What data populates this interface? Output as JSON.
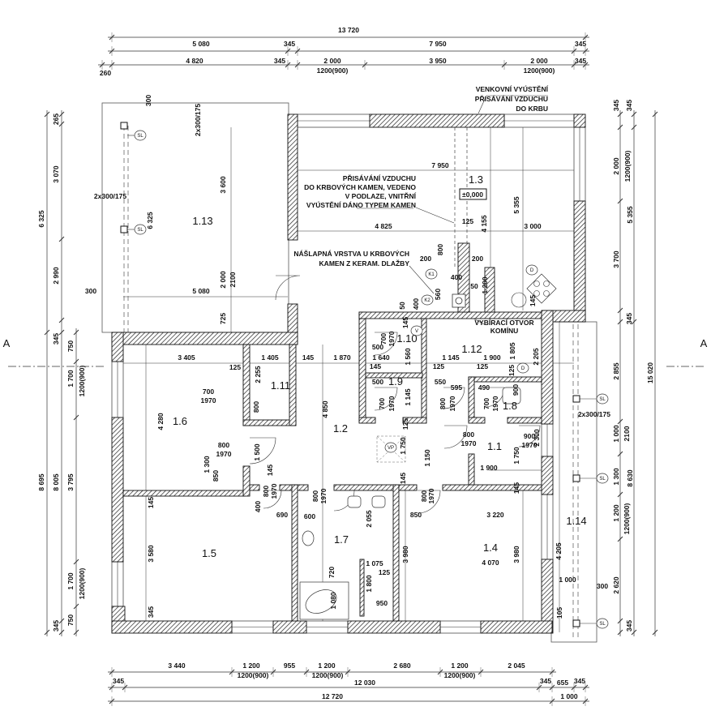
{
  "rooms": {
    "r1_13": "1.13",
    "r1_3": "1.3",
    "r1_6": "1.6",
    "r1_11": "1.11",
    "r1_2": "1.2",
    "r1_10": "1.10",
    "r1_12": "1.12",
    "r1_9": "1.9",
    "r1_8": "1.8",
    "r1_1": "1.1",
    "r1_5": "1.5",
    "r1_7": "1.7",
    "r1_4": "1.4",
    "r1_14": "1.14"
  },
  "level": "±0,000",
  "notes": {
    "outside_air": [
      "VENKOVNÍ VYÚSTĚNÍ",
      "PŘISÁVÁNÍ VZDUCHU",
      "DO KRBU"
    ],
    "fireplace_air": [
      "PŘISÁVÁNÍ VZDUCHU",
      "DO KRBOVÝCH KAMEN, VEDENO",
      "V PODLAZE, VNITŘNÍ",
      "VYÚSTĚNÍ DÁNO TYPEM KAMEN"
    ],
    "floor_layer": [
      "NÁŠLAPNÁ VRSTVA U KRBOVÝCH",
      "KAMEN Z KERAM. DLAŽBY"
    ],
    "chimney": [
      "VYBÍRACÍ OTVOR",
      "KOMÍNU"
    ]
  },
  "symbols": {
    "k1": "K1",
    "k2": "K2",
    "vp": "VP",
    "v": "V",
    "d1": "D",
    "d2": "D",
    "sl": [
      "SL",
      "SL",
      "SL",
      "SL",
      "SL"
    ],
    "section_left": "A",
    "section_right": "A",
    "pipes": [
      "2x300/175",
      "2x300/175",
      "2x300/175"
    ]
  },
  "dims": {
    "top": [
      "13 720",
      "5 080",
      "345",
      "7 950",
      "345",
      "4 820",
      "345",
      "2 000",
      "3 950",
      "2 000",
      "345",
      "260",
      "1200(900)",
      "1200(900)"
    ],
    "bottom": [
      "3 440",
      "1 200",
      "955",
      "1 200",
      "2 680",
      "1 200",
      "2 045",
      "1200(900)",
      "1200(900)",
      "1200(900)",
      "345",
      "12 030",
      "345",
      "655",
      "345",
      "12 720",
      "1 000"
    ],
    "left": [
      "6 325",
      "8 695",
      "265",
      "3 070",
      "2 990",
      "345",
      "8 005",
      "345",
      "750",
      "1 700",
      "3 795",
      "1 700",
      "750",
      "1200(900)",
      "1200(900)"
    ],
    "right": [
      "345",
      "345",
      "2 000",
      "1200(900)",
      "5 355",
      "3 700",
      "345",
      "2 855",
      "15 020",
      "1 000",
      "2100",
      "1 300",
      "8 630",
      "1 200",
      "1200(900)",
      "2 620",
      "345"
    ],
    "interior": [
      "7 950",
      "4 825",
      "3 000",
      "125",
      "4 155",
      "5 355",
      "3 600",
      "6 325",
      "2 000",
      "2100",
      "5 080",
      "725",
      "300",
      "300",
      "200",
      "800",
      "200",
      "400",
      "50",
      "1 200",
      "560",
      "400",
      "50",
      "145",
      "3 405",
      "1 405",
      "145",
      "1 870",
      "1 640",
      "1 145",
      "1 900",
      "125",
      "145",
      "125",
      "125",
      "1 560",
      "1 805",
      "125",
      "2 255",
      "700",
      "1970",
      "800",
      "4 280",
      "4 850",
      "500",
      "700",
      "1970",
      "145",
      "500",
      "700",
      "1970",
      "1 145",
      "550",
      "595",
      "800",
      "1970",
      "490",
      "700",
      "1970",
      "900",
      "125",
      "800",
      "1970",
      "1 500",
      "1 300",
      "850",
      "145",
      "1 750",
      "1 150",
      "145",
      "800",
      "1970",
      "900",
      "1970",
      "1 750",
      "1 900",
      "2 300",
      "2 205",
      "145",
      "800",
      "1970",
      "800",
      "1970",
      "800",
      "1970",
      "400",
      "690",
      "600",
      "850",
      "3 220",
      "2 055",
      "145",
      "1 075",
      "125",
      "720",
      "1 800",
      "1 080",
      "950",
      "3 980",
      "4 070",
      "3 980",
      "3 580",
      "345",
      "4 205",
      "1 000",
      "300",
      "105"
    ]
  }
}
